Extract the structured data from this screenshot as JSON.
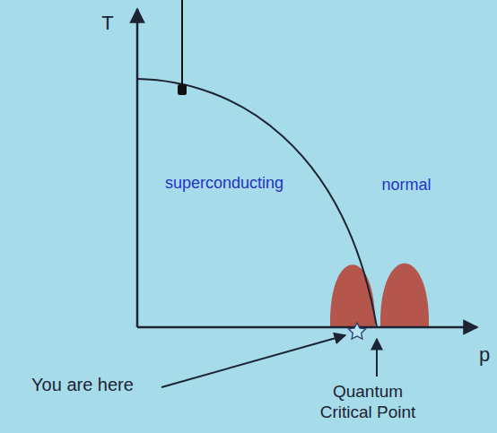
{
  "diagram": {
    "labels": [
      "T",
      "superconducting",
      "normal",
      "You are here",
      "Quantum Critical Point",
      "p"
    ]
  }
}
